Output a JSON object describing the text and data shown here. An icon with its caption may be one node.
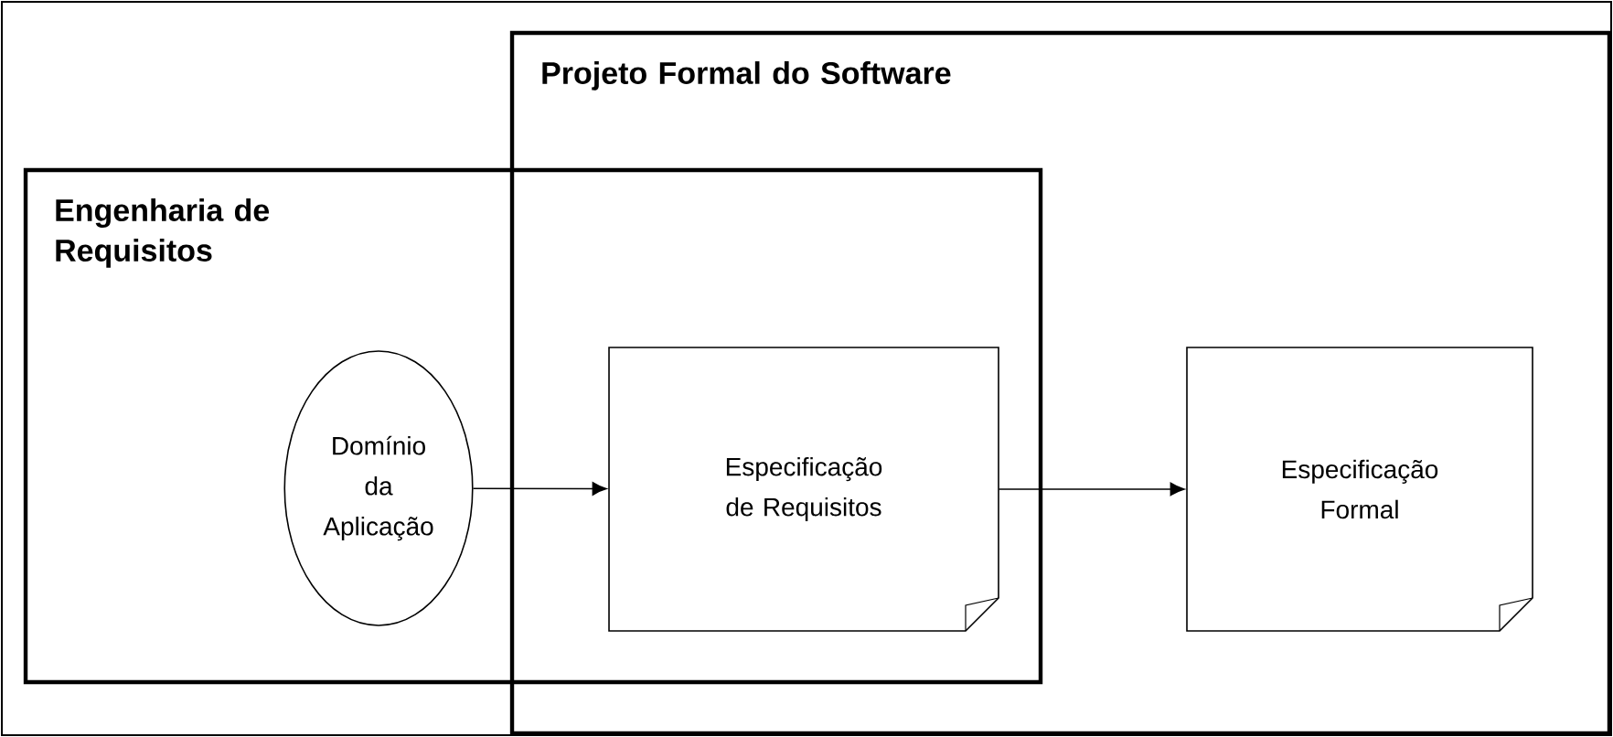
{
  "diagram": {
    "nodes": [
      {
        "text": [
          "Projeto Formal do Software"
        ]
      },
      {
        "text": [
          "Engenharia de Requisitos"
        ]
      },
      {
        "text": [
          "Domínio da Aplicação"
        ],
        "in": 1
      },
      {
        "text": [
          "Especificação de Requisitos"
        ]
      },
      {
        "text": [
          "Especificação Formal"
        ],
        "in": 0
      }
    ],
    "edges": [
      {
        "from": 2,
        "to": 3,
        "arrow": "to"
      },
      {
        "from": 3,
        "to": 4,
        "arrow": "to"
      }
    ]
  }
}
